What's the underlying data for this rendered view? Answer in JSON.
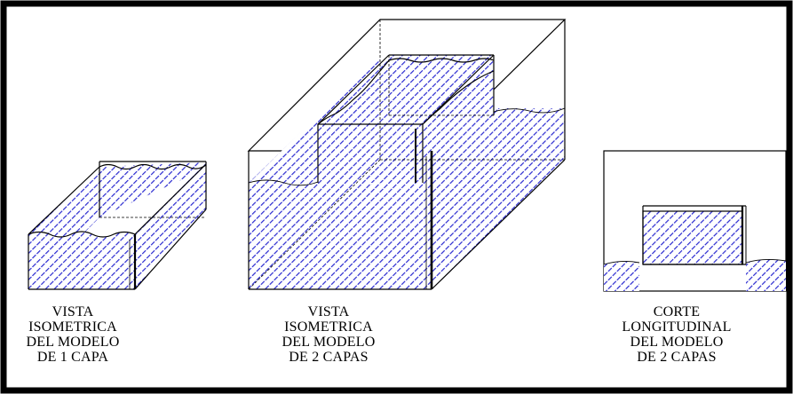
{
  "captions": [
    {
      "lines": [
        "VISTA",
        "ISOMETRICA",
        "DEL MODELO",
        "DE 1 CAPA"
      ]
    },
    {
      "lines": [
        "VISTA",
        "ISOMETRICA",
        "DEL MODELO",
        "DE 2 CAPAS"
      ]
    },
    {
      "lines": [
        "CORTE",
        "LONGITUDINAL",
        "DEL MODELO",
        "DE 2 CAPAS"
      ]
    }
  ],
  "colors": {
    "water_fill": "#2a2ad0",
    "hatch_background": "#ffffff",
    "frame": "#000000",
    "edge": "#000000"
  }
}
